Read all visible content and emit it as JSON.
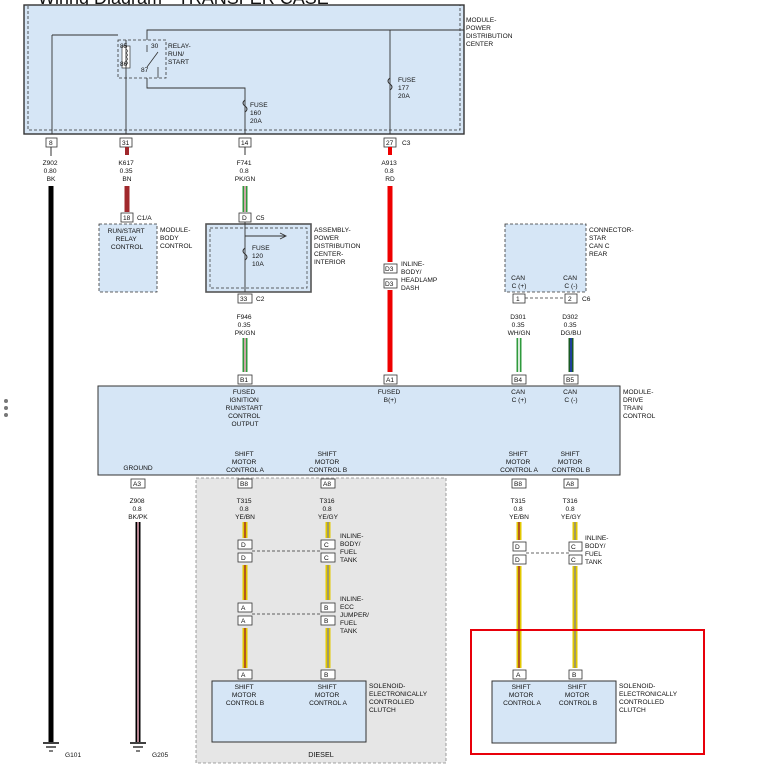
{
  "title": "Wiring Diagram - TRANSFER CASE",
  "colors": {
    "module_fill": "#d6e6f6",
    "module_border": "#333333",
    "diesel_bg": "#e6e6e6",
    "highlight": "#e8000a",
    "wire_red": "#ee0000",
    "wire_black": "#000000",
    "wire_brown": "#a0282c",
    "wire_green": "#2f9a3c",
    "wire_yellow": "#e2c800",
    "wire_blue": "#1f3f9a"
  },
  "pdc": {
    "label_lines": [
      "MODULE-",
      "POWER",
      "DISTRIBUTION",
      "CENTER"
    ],
    "relay_lines": [
      "RELAY-",
      "RUN/",
      "START"
    ],
    "fuse160_lines": [
      "FUSE",
      "160",
      "20A"
    ],
    "fuse177_lines": [
      "FUSE",
      "177",
      "20A"
    ],
    "relay_pins": [
      "85",
      "86",
      "87",
      "30"
    ],
    "connector": "C3"
  },
  "top_pins": [
    "8",
    "31",
    "14",
    "27"
  ],
  "top_wires": [
    {
      "code": "Z902",
      "gauge": "0.80",
      "color": "BK"
    },
    {
      "code": "K617",
      "gauge": "0.35",
      "color": "BN"
    },
    {
      "code": "F741",
      "gauge": "0.8",
      "color": "PK/GN"
    },
    {
      "code": "A913",
      "gauge": "0.8",
      "color": "RD"
    }
  ],
  "bcm": {
    "pin": "18",
    "connector": "C1/A",
    "inner_lines": [
      "RUN/START",
      "RELAY",
      "CONTROL"
    ],
    "label_lines": [
      "MODULE-",
      "BODY",
      "CONTROL"
    ]
  },
  "pdci": {
    "pin_top": "D",
    "conn_top": "C5",
    "pin_bottom": "33",
    "conn_bottom": "C2",
    "fuse_lines": [
      "FUSE",
      "120",
      "10A"
    ],
    "label_lines": [
      "ASSEMBLY-",
      "POWER",
      "DISTRIBUTION",
      "CENTER-",
      "INTERIOR"
    ]
  },
  "inline_dash": {
    "pins": [
      "D3",
      "D3"
    ],
    "label_lines": [
      "INLINE-",
      "BODY/",
      "HEADLAMP",
      "DASH"
    ]
  },
  "star": {
    "label_lines": [
      "CONNECTOR-",
      "STAR",
      "CAN C",
      "REAR"
    ],
    "can_pos_lines": [
      "CAN",
      "C (+)"
    ],
    "can_neg_lines": [
      "CAN",
      "C (-)"
    ],
    "pins": [
      "1",
      "2"
    ],
    "connector": "C6"
  },
  "mid_wires": [
    {
      "code": "F946",
      "gauge": "0.35",
      "color": "PK/GN"
    },
    {
      "code": "D301",
      "gauge": "0.35",
      "color": "WH/GN"
    },
    {
      "code": "D302",
      "gauge": "0.35",
      "color": "DG/BU"
    }
  ],
  "dtcm": {
    "label_lines": [
      "MODULE-",
      "DRIVE",
      "TRAIN",
      "CONTROL"
    ],
    "pins_top": [
      "B1",
      "A1",
      "B4",
      "B5"
    ],
    "fused_ign_lines": [
      "FUSED",
      "IGNITION",
      "RUN/START",
      "CONTROL",
      "OUTPUT"
    ],
    "fused_b_lines": [
      "FUSED",
      "B(+)"
    ],
    "can_pos_lines": [
      "CAN",
      "C (+)"
    ],
    "can_neg_lines": [
      "CAN",
      "C (-)"
    ],
    "ground": "GROUND",
    "sma_lines": [
      "SHIFT",
      "MOTOR",
      "CONTROL A"
    ],
    "smb_lines": [
      "SHIFT",
      "MOTOR",
      "CONTROL B"
    ],
    "pins_bottom": [
      "A3",
      "B8",
      "A8",
      "B8",
      "A8"
    ]
  },
  "bottom_wires": [
    {
      "code": "Z908",
      "gauge": "0.8",
      "color": "BK/PK"
    },
    {
      "code": "T315",
      "gauge": "0.8",
      "color": "YE/BN"
    },
    {
      "code": "T316",
      "gauge": "0.8",
      "color": "YE/GY"
    },
    {
      "code": "T315",
      "gauge": "0.8",
      "color": "YE/BN"
    },
    {
      "code": "T316",
      "gauge": "0.8",
      "color": "YE/GY"
    }
  ],
  "inline_fuel": {
    "pins_left": [
      "D",
      "D"
    ],
    "pins_right": [
      "C",
      "C"
    ],
    "label_lines": [
      "INLINE-",
      "BODY/",
      "FUEL",
      "TANK"
    ]
  },
  "inline_ecc": {
    "pins_left": [
      "A",
      "A"
    ],
    "pins_right": [
      "B",
      "B"
    ],
    "label_lines": [
      "INLINE-",
      "ECC",
      "JUMPER/",
      "FUEL",
      "TANK"
    ]
  },
  "sol_diesel": {
    "pins": [
      "A",
      "B"
    ],
    "left_lines": [
      "SHIFT",
      "MOTOR",
      "CONTROL B"
    ],
    "right_lines": [
      "SHIFT",
      "MOTOR",
      "CONTROL A"
    ],
    "label_lines": [
      "SOLENOID-",
      "ELECTRONICALLY",
      "CONTROLLED",
      "CLUTCH"
    ]
  },
  "sol_right": {
    "pins": [
      "A",
      "B"
    ],
    "left_lines": [
      "SHIFT",
      "MOTOR",
      "CONTROL A"
    ],
    "right_lines": [
      "SHIFT",
      "MOTOR",
      "CONTROL B"
    ],
    "label_lines": [
      "SOLENOID-",
      "ELECTRONICALLY",
      "CONTROLLED",
      "CLUTCH"
    ]
  },
  "diesel_label": "DIESEL",
  "grounds": [
    "G101",
    "G205"
  ]
}
